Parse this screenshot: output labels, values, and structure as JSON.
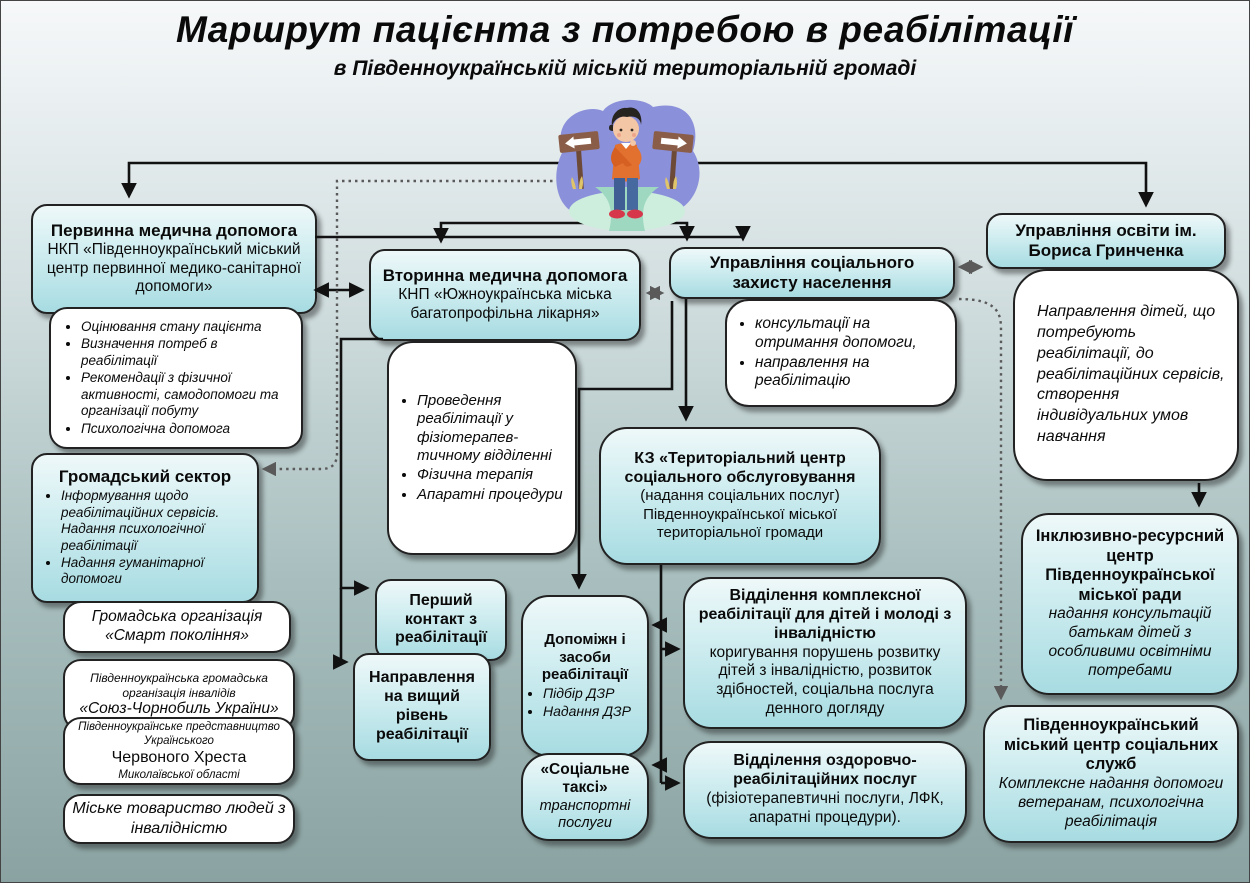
{
  "header": {
    "title": "Маршрут пацієнта з потребою в реабілітації",
    "subtitle": "в Південноукраїнській міській територіальній громаді"
  },
  "primary_care": {
    "title": "Первинна медична допомога",
    "org": "НКП «Південноукраїнський міський центр первинної медико-санітарної допомоги»",
    "services": [
      "Оцінювання стану пацієнта",
      "Визначення потреб в реабілітації",
      "Рекомендації з фізичної активності, самодопомоги та організації побуту",
      "Психологічна допомога"
    ]
  },
  "public_sector": {
    "title": "Громадський сектор",
    "services": [
      "Інформування щодо реабілітаційних сервісів. Надання психологічної реабілітації",
      "Надання гуманітарної допомоги"
    ]
  },
  "org_smart": {
    "text": "Громадська організація «Смарт покоління»"
  },
  "org_chornobyl": {
    "line1": "Південноукраїнська громадська організація інвалідів",
    "line2": "«Союз-Чорнобиль України»"
  },
  "org_redcross": {
    "line1": "Південноукраїнське представництво Українського",
    "line2": "Червоного Хреста",
    "line3": "Миколаївської області"
  },
  "org_disability": {
    "text": "Міське товариство людей з інвалідністю"
  },
  "secondary_care": {
    "title": "Вторинна медична допомога",
    "org": "КНП «Южноукраїнська міська багатопрофільна лікарня»",
    "services": [
      "Проведення реабілітації у фізіотерапев-тичному відділенні",
      "Фізична терапія",
      "Апаратні процедури"
    ]
  },
  "first_contact": {
    "title": "Перший контакт з реабілітації"
  },
  "higher_level": {
    "title": "Направлення на вищий рівень реабілітації"
  },
  "social_protection": {
    "title": "Управління соціального захисту населення",
    "services": [
      "консультації на отримання допомоги,",
      "направлення на реабілітацію"
    ]
  },
  "territorial_center": {
    "title": "КЗ «Територіальний центр соціального обслуговування",
    "subtitle": "(надання соціальних послуг) Південноукраїнської міської територіальної громади"
  },
  "assistive_devices": {
    "title": "Допоміжн і засоби реабілітації",
    "services": [
      "Підбір ДЗР",
      "Надання ДЗР"
    ]
  },
  "social_taxi": {
    "title": "«Соціальне таксі»",
    "subtitle": "транспортні послуги"
  },
  "complex_rehab": {
    "title": "Відділення комплексної реабілітації для дітей і молоді з інвалідністю",
    "description": "коригування порушень розвитку дітей з інвалідністю, розвиток здібностей, соціальна послуга денного догляду"
  },
  "health_rehab": {
    "title": "Відділення оздоровчо-реабілітаційних послуг",
    "description": "(фізіотерапевтичні послуги, ЛФК, апаратні процедури)."
  },
  "education": {
    "title": "Управління освіти ім. Бориса Гринченка",
    "description": "Направлення дітей, що потребують реабілітації, до реабілітаційних сервісів, створення індивідуальних умов навчання"
  },
  "inclusive_center": {
    "title": "Інклюзивно-ресурсний центр Південноукраїнської міської ради",
    "description": "надання консультацій батькам дітей з особливими освітніми потребами"
  },
  "social_services_center": {
    "title": "Південноукраїнський міський центр соціальних служб",
    "description": "Комплексне надання допомоги ветеранам, психологічна реабілітація"
  },
  "colors": {
    "box_teal_top": "#eef8f9",
    "box_teal_bottom": "#a7dce2",
    "box_border": "#222222",
    "background_top": "#f6f8f9",
    "background_bottom": "#8aa3a2",
    "arrow_solid": "#111111",
    "arrow_dotted": "#5a5a5a",
    "illustration_purple": "#8b90da",
    "illustration_orange": "#e2702f"
  }
}
